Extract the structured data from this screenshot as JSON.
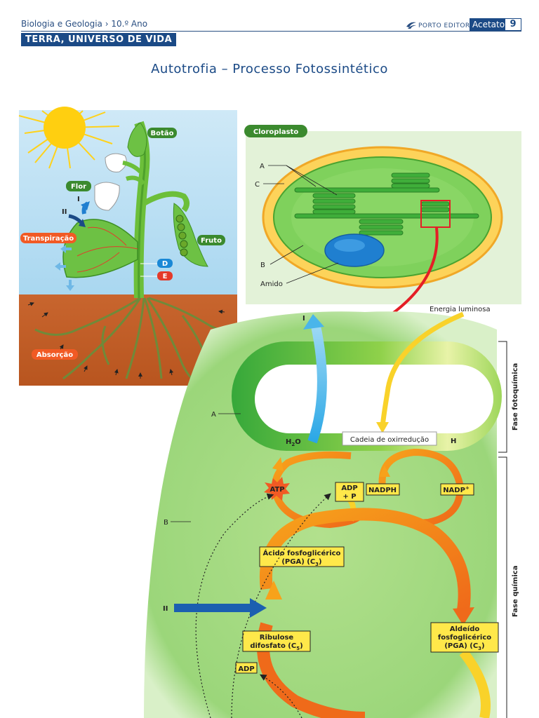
{
  "header": {
    "subject": "Biologia e Geologia",
    "separator": "›",
    "grade": "10.º Ano",
    "band": "TERRA, UNIVERSO DE VIDA",
    "publisher": "PORTO EDITORA",
    "acetato_label": "Acetato",
    "acetato_number": "9"
  },
  "title": "Autotrofia – Processo Fotossintético",
  "plant": {
    "labels": {
      "botao": "Botão",
      "flor": "Flor",
      "fruto": "Fruto",
      "transpiracao": "Transpiração",
      "absorcao": "Absorção",
      "d": "D",
      "e": "E",
      "i": "I",
      "ii": "II"
    }
  },
  "chloroplast": {
    "title": "Cloroplasto",
    "labels": {
      "a": "A",
      "c": "C",
      "b": "B",
      "amido": "Amido"
    }
  },
  "cycle": {
    "energia": "Energia luminosa",
    "cadeia": "Cadeia de oxirredução",
    "h2o": "H",
    "h2o_sub": "2",
    "h2o_o": "O",
    "h": "H",
    "i": "I",
    "a": "A",
    "b": "B",
    "ii": "II",
    "fase_foto": "Fase fotoquímica",
    "fase_quim": "Fase química",
    "atp": "ATP",
    "adp_p_1": "ADP",
    "adp_p_2": "+ P",
    "nadph": "NADPH",
    "nadp": "NADP",
    "nadp_sup": "+",
    "pga_1": "Ácido fosfoglicérico",
    "pga_2a": "(PGA) (C",
    "pga_2s": "3",
    "pga_2b": ")",
    "rib_1": "Ribulose",
    "rib_2a": "difosfato (C",
    "rib_2s": "5",
    "rib_2b": ")",
    "ald_1": "Aldeído",
    "ald_2": "fosfoglicérico",
    "ald_3a": "(PGA) (C",
    "ald_3s": "3",
    "ald_3b": ")",
    "adp": "ADP"
  },
  "colors": {
    "navy": "#1b4a86",
    "green_label": "#3b8a2e",
    "red_label": "#e43a2a",
    "orange_label": "#f15a24",
    "blue_label": "#1a88d6",
    "yellow_box": "#ffe84a"
  }
}
